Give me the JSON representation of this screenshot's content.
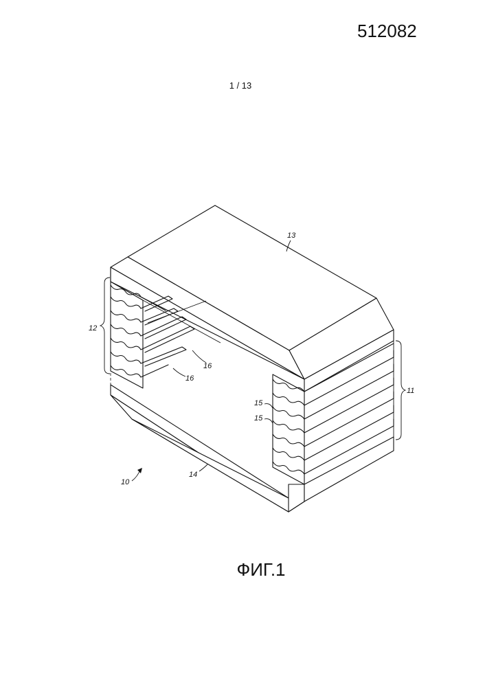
{
  "header": {
    "document_number": "512082",
    "page_counter": "1 / 13"
  },
  "figure": {
    "caption": "ФИГ.1",
    "labels": {
      "assembly": "10",
      "right_stack": "11",
      "left_stack": "12",
      "top_plate": "13",
      "bottom_plate": "14",
      "profile_upper": "15",
      "profile_lower": "15",
      "channel_upper": "16",
      "channel_lower": "16"
    }
  }
}
